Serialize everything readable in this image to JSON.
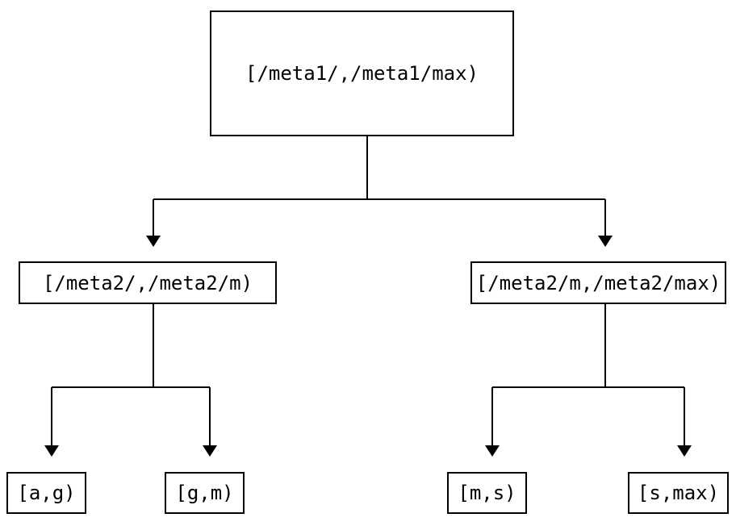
{
  "diagram": {
    "type": "tree",
    "background_color": "#ffffff",
    "line_color": "#000000",
    "nodes": {
      "root": {
        "label": "[/meta1/,/meta1/max)"
      },
      "left": {
        "label": "[/meta2/,/meta2/m)"
      },
      "right": {
        "label": "[/meta2/m,/meta2/max)"
      },
      "leaf1": {
        "label": "[a,g)"
      },
      "leaf2": {
        "label": "[g,m)"
      },
      "leaf3": {
        "label": "[m,s)"
      },
      "leaf4": {
        "label": "[s,max)"
      }
    },
    "edges": [
      {
        "from": "root",
        "to": "left"
      },
      {
        "from": "root",
        "to": "right"
      },
      {
        "from": "left",
        "to": "leaf1"
      },
      {
        "from": "left",
        "to": "leaf2"
      },
      {
        "from": "right",
        "to": "leaf3"
      },
      {
        "from": "right",
        "to": "leaf4"
      }
    ]
  }
}
